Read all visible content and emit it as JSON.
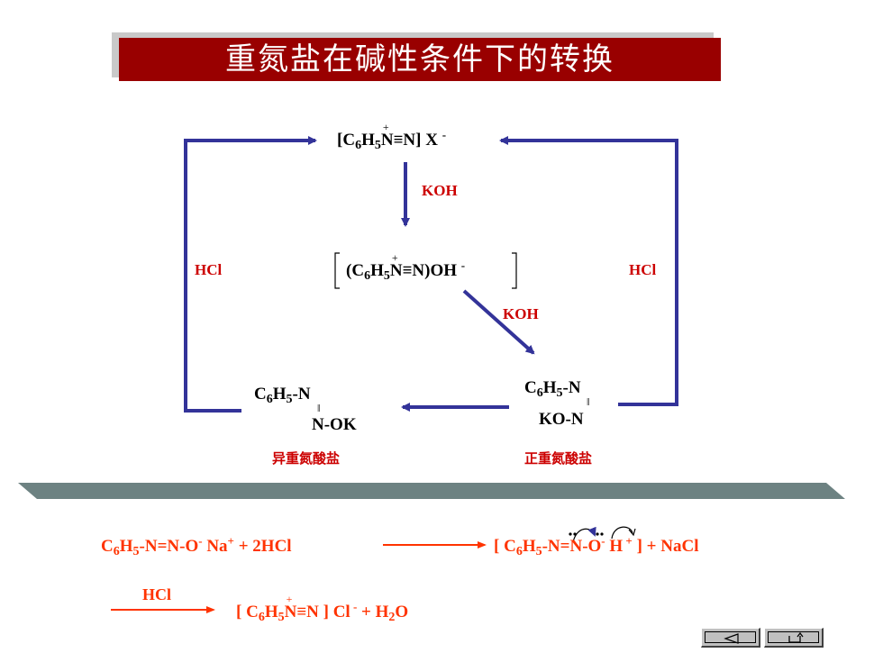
{
  "title": "重氮盐在碱性条件下的转换",
  "diagram": {
    "diazonium_salt": {
      "bracket_open": "[C",
      "n6": "6",
      "h": "H",
      "n5": "5",
      "n_plus": "N",
      "plus": "+",
      "rest": "≡N] X",
      "minus": "-"
    },
    "hydroxide": {
      "open": "(C",
      "n6": "6",
      "h": "H",
      "n5": "5",
      "n_plus": "N",
      "plus": "+",
      "rest": "≡N)OH",
      "minus": "-"
    },
    "koh_label_1": "KOH",
    "koh_label_2": "KOH",
    "hcl_left": "HCl",
    "hcl_right": "HCl",
    "iso_diazotate": {
      "line1_c": "C",
      "n6": "6",
      "h": "H",
      "n5": "5",
      "line1_rest": "-N",
      "line2": "N-OK",
      "name": "异重氮酸盐"
    },
    "normal_diazotate": {
      "line1_c": "C",
      "n6": "6",
      "h": "H",
      "n5": "5",
      "line1_rest": "-N",
      "line2": "KO-N",
      "name": "正重氮酸盐"
    },
    "double_bond": "‖"
  },
  "equation1": {
    "c": "C",
    "n6": "6",
    "h": "H",
    "n5": "5",
    "rest": "-N=N-O",
    "minus": "-",
    "na": " Na",
    "plus": "+",
    "plus_2hcl": "  +  2HCl",
    "prod_open": "[ C",
    "prod_n6": "6",
    "prod_h": "H",
    "prod_n5": "5",
    "prod_mid": "-N=N-O",
    "prod_minus": "-",
    "prod_h_ion": " H",
    "prod_plus": " +",
    "prod_close": " ]  +  NaCl"
  },
  "equation2": {
    "hcl": "HCl",
    "open": "[ C",
    "n6": "6",
    "h": "H",
    "n5": "5",
    "n_plus": "N",
    "plus": "+",
    "rest": "≡N ] Cl",
    "minus": " -",
    "tail": "  +  H",
    "n2": "2",
    "o": "O"
  },
  "nav": {
    "back_icon": "◁",
    "return_icon": "Ʊ"
  },
  "colors": {
    "title_bg": "#990000",
    "arrow_blue": "#333399",
    "label_red": "#cc0000",
    "eq_orange": "#ff3300",
    "band": "#6d8282"
  }
}
